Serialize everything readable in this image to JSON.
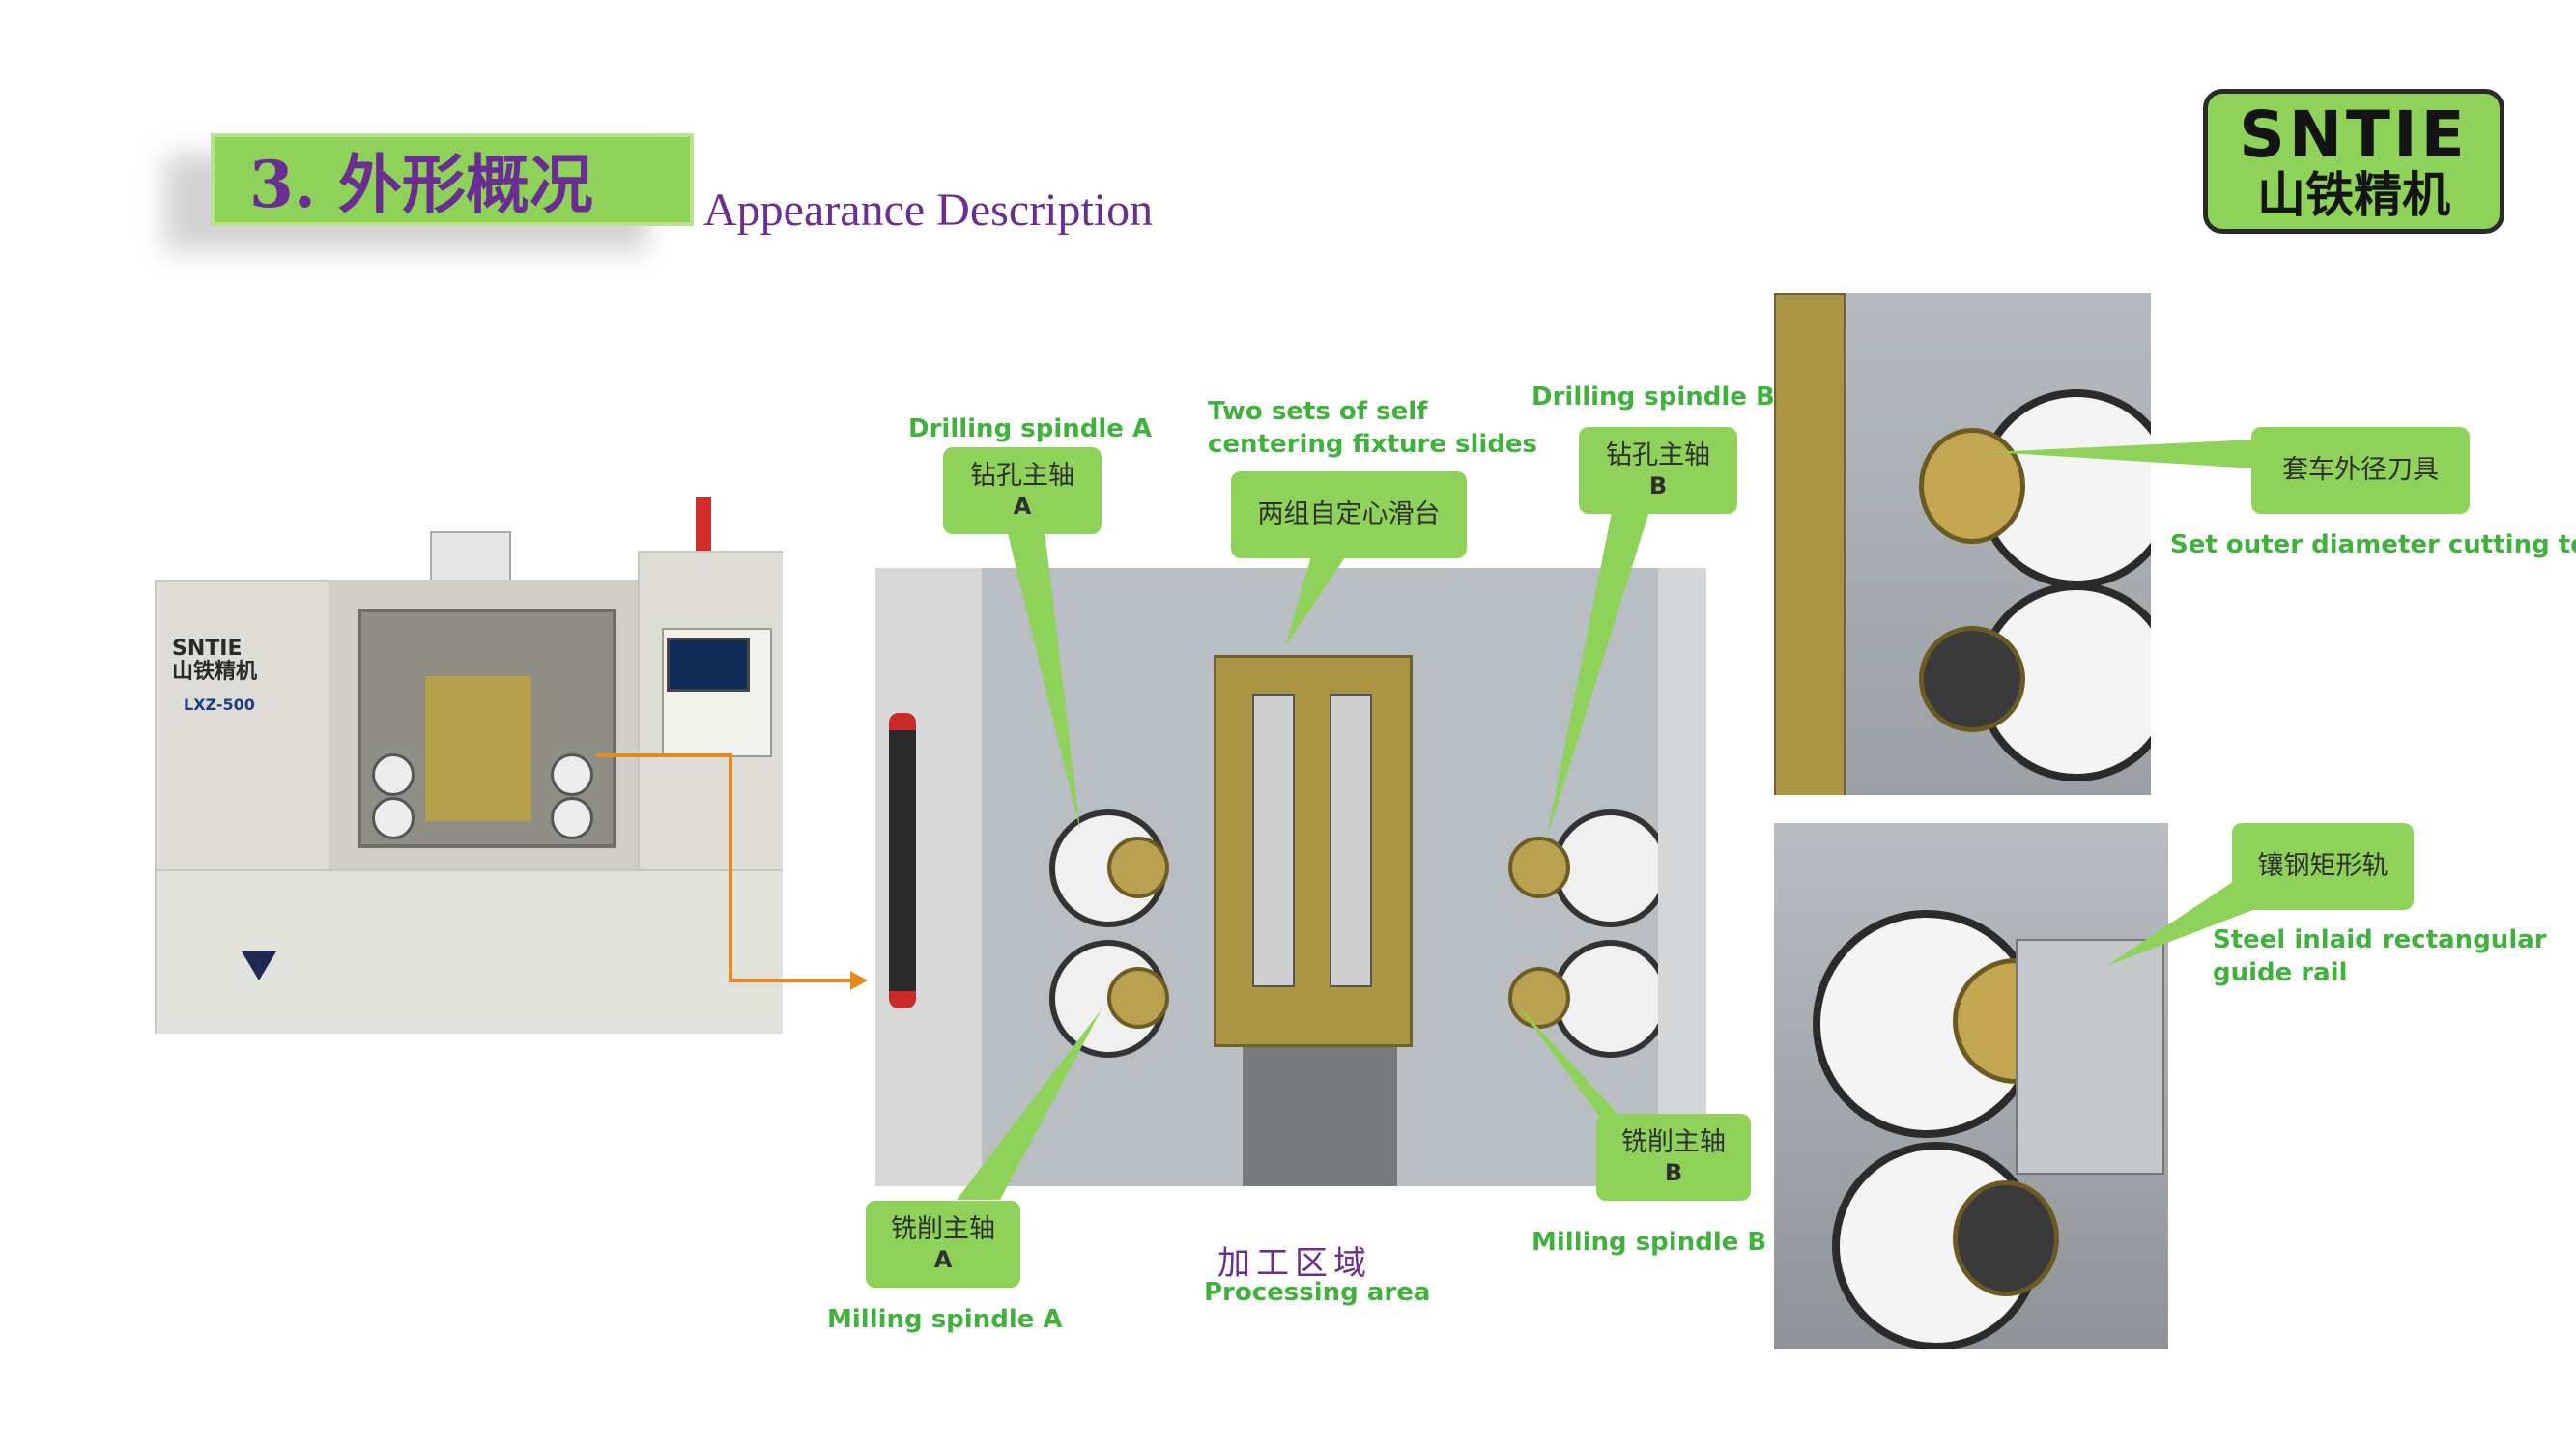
{
  "title": {
    "section": "3.  外形概况",
    "subtitle": "Appearance Description"
  },
  "logo": {
    "en": "SNTIE",
    "cn": "山铁精机"
  },
  "machine": {
    "brand_en": "SNTIE",
    "brand_cn": "山铁精机",
    "model": "LXZ-500"
  },
  "callouts": {
    "drill_a": {
      "cn": "钻孔主轴",
      "letter": "A",
      "en": "Drilling spindle    A"
    },
    "fixture": {
      "cn": "两组自定心滑台",
      "en_line1": "Two sets of self",
      "en_line2": "centering fixture slides"
    },
    "drill_b": {
      "cn": "钻孔主轴",
      "letter": "B",
      "en": "Drilling spindle    B"
    },
    "mill_a": {
      "cn": "铣削主轴",
      "letter": "A",
      "en": "Milling spindle A"
    },
    "mill_b": {
      "cn": "铣削主轴",
      "letter": "B",
      "en": "Milling spindle B"
    },
    "tool": {
      "cn": "套车外径刀具",
      "en": "Set outer diameter cutting tool"
    },
    "rail": {
      "cn": "镶钢矩形轨",
      "en_line1": "Steel inlaid rectangular",
      "en_line2": "guide rail"
    }
  },
  "processing": {
    "cn": "加工区域",
    "en": "Processing area"
  },
  "colors": {
    "green": "#8ed25a",
    "label_green": "#3fb23c",
    "purple": "#6a2d91",
    "arrow_orange": "#e58a1f"
  }
}
